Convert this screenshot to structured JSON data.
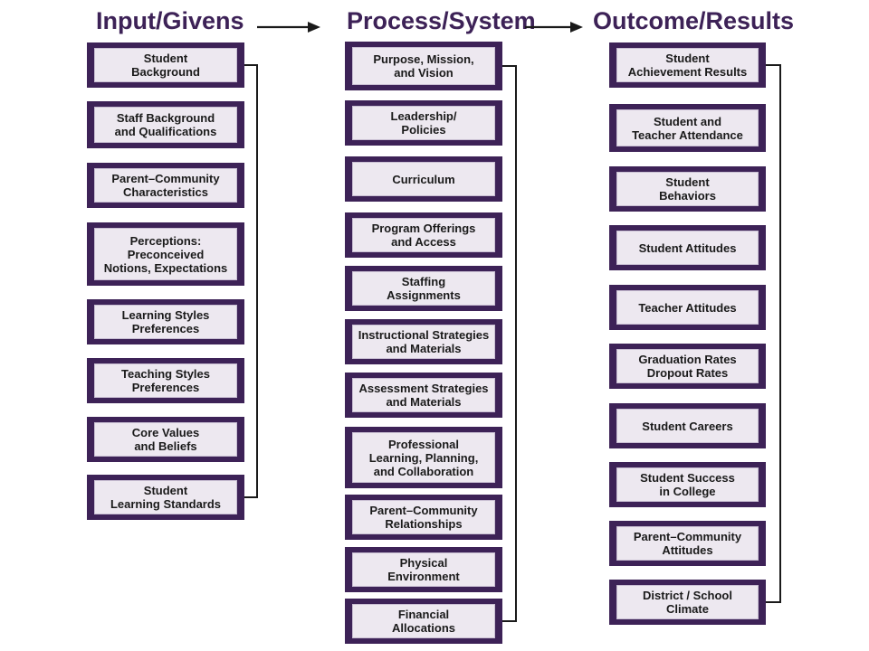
{
  "headers": {
    "input": "Input/Givens",
    "process": "Process/System",
    "outcome": "Outcome/Results"
  },
  "columns": {
    "input": [
      "Student\nBackground",
      "Staff Background\nand Qualifications",
      "Parent–Community\nCharacteristics",
      "Perceptions:\nPreconceived\nNotions, Expectations",
      "Learning Styles\nPreferences",
      "Teaching Styles\nPreferences",
      "Core Values\nand Beliefs",
      "Student\nLearning Standards"
    ],
    "process": [
      "Purpose, Mission,\nand Vision",
      "Leadership/\nPolicies",
      "Curriculum",
      "Program Offerings\nand Access",
      "Staffing\nAssignments",
      "Instructional Strategies\nand Materials",
      "Assessment Strategies\nand Materials",
      "Professional\nLearning, Planning,\nand Collaboration",
      "Parent–Community\nRelationships",
      "Physical\nEnvironment",
      "Financial\nAllocations"
    ],
    "outcome": [
      "Student\nAchievement Results",
      "Student and\nTeacher Attendance",
      "Student\nBehaviors",
      "Student Attitudes",
      "Teacher Attitudes",
      "Graduation Rates\nDropout Rates",
      "Student Careers",
      "Student Success\nin College",
      "Parent–Community\nAttitudes",
      "District / School\nClimate"
    ]
  },
  "colors": {
    "header": "#3d2257",
    "box_border": "#3d2257",
    "box_fill": "#ede8f0",
    "connector": "#1a1a1a"
  }
}
